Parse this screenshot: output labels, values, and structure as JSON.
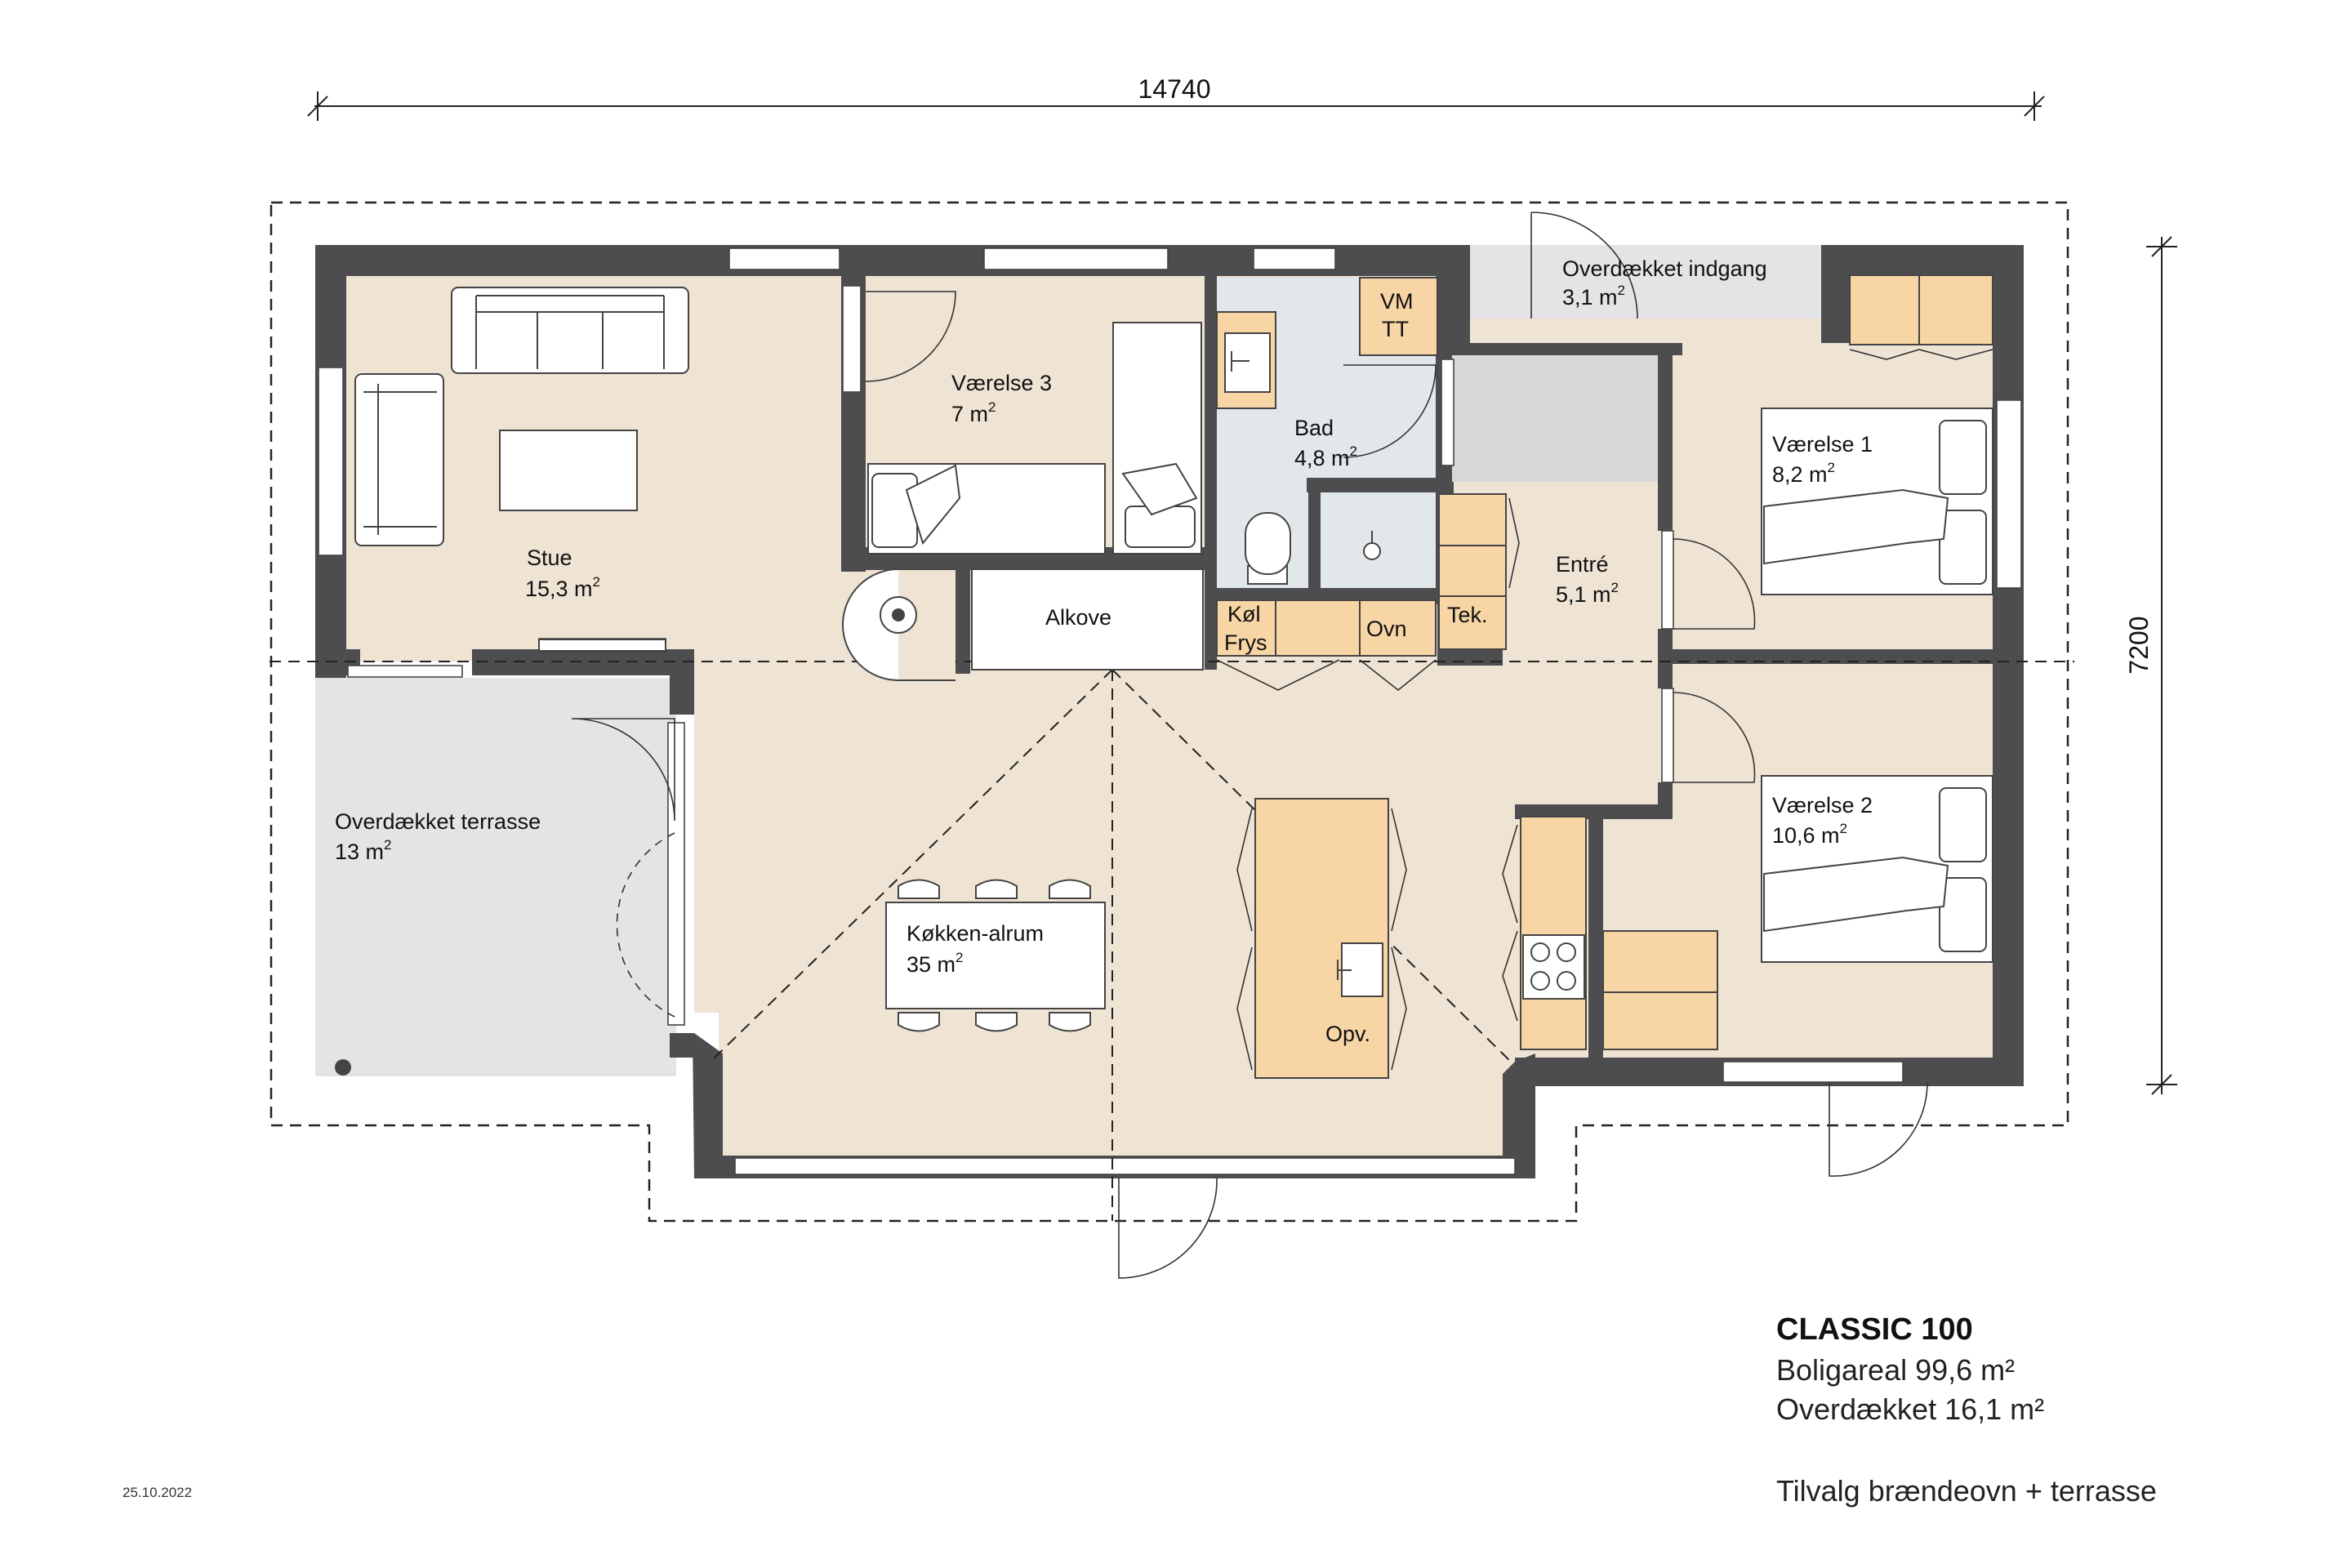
{
  "dimensions": {
    "width": "14740",
    "depth": "7200"
  },
  "rooms": {
    "stue": {
      "name": "Stue",
      "area": "15,3 m",
      "sup": "2"
    },
    "vaerelse3": {
      "name": "Værelse 3",
      "area": "7 m",
      "sup": "2"
    },
    "bad": {
      "name": "Bad",
      "area": "4,8 m",
      "sup": "2"
    },
    "indgang": {
      "name": "Overdækket indgang",
      "area": "3,1 m",
      "sup": "2"
    },
    "vaerelse1": {
      "name": "Værelse 1",
      "area": "8,2 m",
      "sup": "2"
    },
    "entre": {
      "name": "Entré",
      "area": "5,1 m",
      "sup": "2"
    },
    "vaerelse2": {
      "name": "Værelse 2",
      "area": "10,6 m",
      "sup": "2"
    },
    "terrasse": {
      "name": "Overdækket terrasse",
      "area": "13 m",
      "sup": "2"
    },
    "koekken": {
      "name": "Køkken-alrum",
      "area": "35 m",
      "sup": "2"
    },
    "alkove": {
      "name": "Alkove"
    }
  },
  "fixtures": {
    "vm": "VM",
    "tt": "TT",
    "tek": "Tek.",
    "koel": "Køl",
    "frys": "Frys",
    "ovn": "Ovn",
    "opv": "Opv."
  },
  "info": {
    "title": "CLASSIC 100",
    "boligareal": "Boligareal 99,6 m²",
    "overdaekket": "Overdækket 16,1 m²",
    "tilvalg": "Tilvalg brændeovn + terrasse"
  },
  "date": "25.10.2022",
  "colors": {
    "floor": "#efe3d4",
    "bath_floor": "#e2e8ea",
    "covered": "#e4e4e6",
    "wall": "#4d4d4f",
    "fixture": "#f7d5a5"
  }
}
